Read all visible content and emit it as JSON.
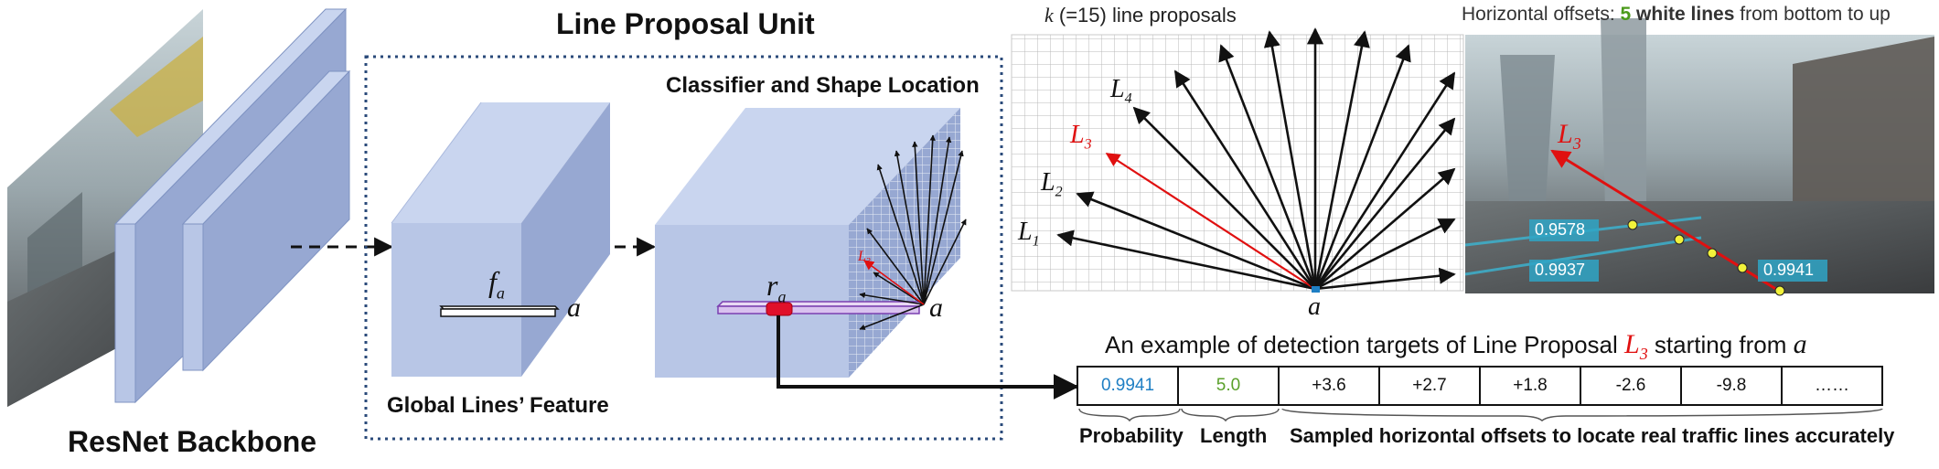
{
  "titles": {
    "line_proposal_unit": "Line Proposal Unit",
    "classifier": "Classifier and Shape Location",
    "global_feature": "Global Lines’ Feature",
    "resnet": "ResNet Backbone"
  },
  "proposals": {
    "k_symbol": "k",
    "k_text": " (=15) line proposals",
    "L1": "L",
    "L1_sub": "1",
    "L2": "L",
    "L2_sub": "2",
    "L3": "L",
    "L3_sub": "3",
    "L4": "L",
    "L4_sub": "4",
    "anchor": "a"
  },
  "feature_labels": {
    "f": "f",
    "f_sub": "a",
    "a1": "a",
    "r": "r",
    "r_sub": "a",
    "a2": "a",
    "small_L": "L",
    "small_L_sub": "3"
  },
  "horizontal": {
    "prefix": "Horizontal offsets: ",
    "count": "5",
    "bold": " white lines",
    "suffix": " from bottom to up"
  },
  "photo_labels": {
    "L3": "L",
    "L3_sub": "3",
    "p1": "0.9578",
    "p2": "0.9937",
    "p3": "0.9941"
  },
  "example": {
    "prefix": "An example of detection targets of Line Proposal ",
    "L": "L",
    "L_sub": "3",
    "mid": " starting from ",
    "a": "a"
  },
  "table": {
    "cells": [
      "0.9941",
      "5.0",
      "+3.6",
      "+2.7",
      "+1.8",
      "-2.6",
      "-9.8",
      "……"
    ]
  },
  "captions": {
    "probability": "Probability",
    "length": "Length",
    "offsets": "Sampled horizontal offsets to locate real traffic lines accurately"
  },
  "colors": {
    "box_face": "#b8c6e6",
    "box_side": "#97a8d2",
    "box_top": "#c9d5ef",
    "dotted_border": "#2a4a7a",
    "red": "#e01010",
    "blue": "#1f7fc4",
    "green": "#5aa02a"
  }
}
